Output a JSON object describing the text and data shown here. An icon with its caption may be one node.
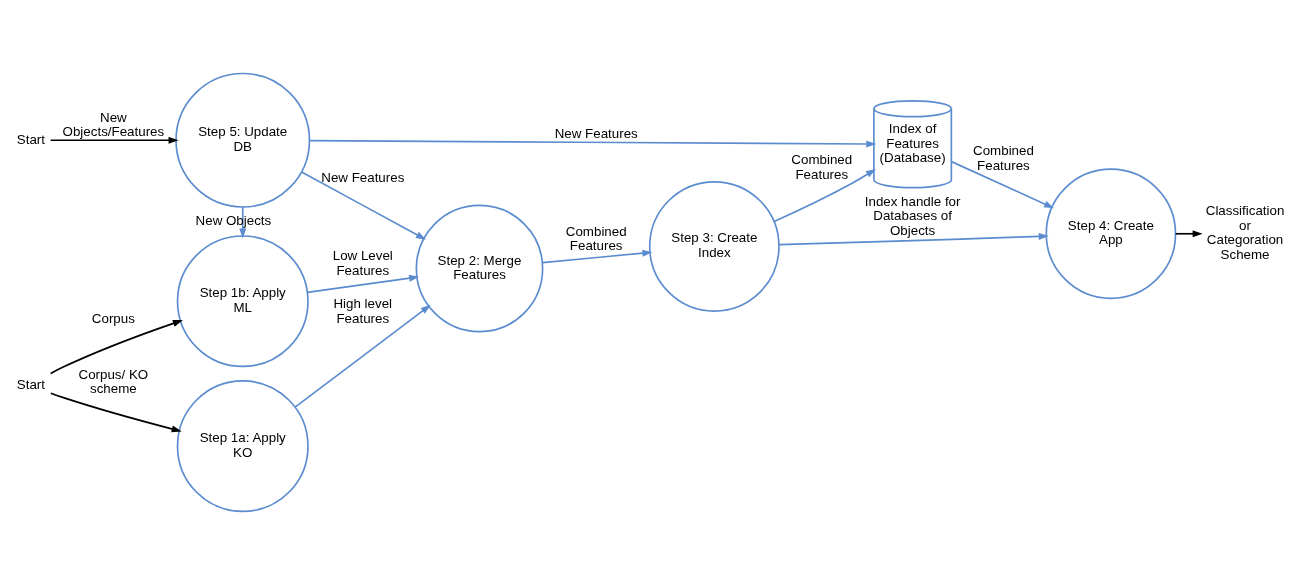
{
  "diagram": {
    "nodes": [
      {
        "text": [
          "Step 1a: Apply KO"
        ]
      },
      {
        "text": [
          "Step 1b: Apply ML"
        ]
      },
      {
        "text": [
          "Step 2: Merge Features"
        ]
      },
      {
        "text": [
          "Step 3: Create Index"
        ]
      },
      {
        "text": [
          "Step 4: Create App"
        ]
      },
      {
        "text": [
          "Step 5: Update DB"
        ]
      },
      {
        "text": [
          "Index of Features (Database)"
        ]
      },
      {
        "text": [
          "Start"
        ]
      },
      {
        "text": [
          "Start"
        ]
      },
      {
        "text": [
          "Classification or Categoration Scheme"
        ]
      }
    ],
    "edges": [
      {
        "from": 7,
        "to": 0,
        "arrow": "to",
        "label": "Corpus/ KO scheme",
        "color": "#000000"
      },
      {
        "from": 7,
        "to": 1,
        "arrow": "to",
        "label": "Corpus",
        "color": "#000000"
      },
      {
        "from": 0,
        "to": 2,
        "arrow": "to",
        "label": "High level Features"
      },
      {
        "from": 1,
        "to": 2,
        "arrow": "to",
        "label": "Low Level Features"
      },
      {
        "from": 2,
        "to": 3,
        "arrow": "to",
        "label": "Combined Features"
      },
      {
        "from": 3,
        "to": 4,
        "arrow": "to",
        "label": "Index handle for Databases of Objects"
      },
      {
        "from": 3,
        "to": 6,
        "arrow": "to",
        "label": "Combined Features"
      },
      {
        "from": 6,
        "to": 4,
        "arrow": "to",
        "label": "Combined Features"
      },
      {
        "from": 5,
        "to": 2,
        "arrow": "to",
        "label": "New Features"
      },
      {
        "from": 5,
        "to": 1,
        "arrow": "to",
        "label": "New Objects"
      },
      {
        "from": 5,
        "to": 6,
        "arrow": "to",
        "label": "New Features"
      },
      {
        "from": 8,
        "to": 5,
        "arrow": "to",
        "label": "New Objects/Features",
        "color": "#000000"
      },
      {
        "from": 4,
        "to": 9,
        "arrow": "to",
        "color": "#000000"
      }
    ]
  }
}
